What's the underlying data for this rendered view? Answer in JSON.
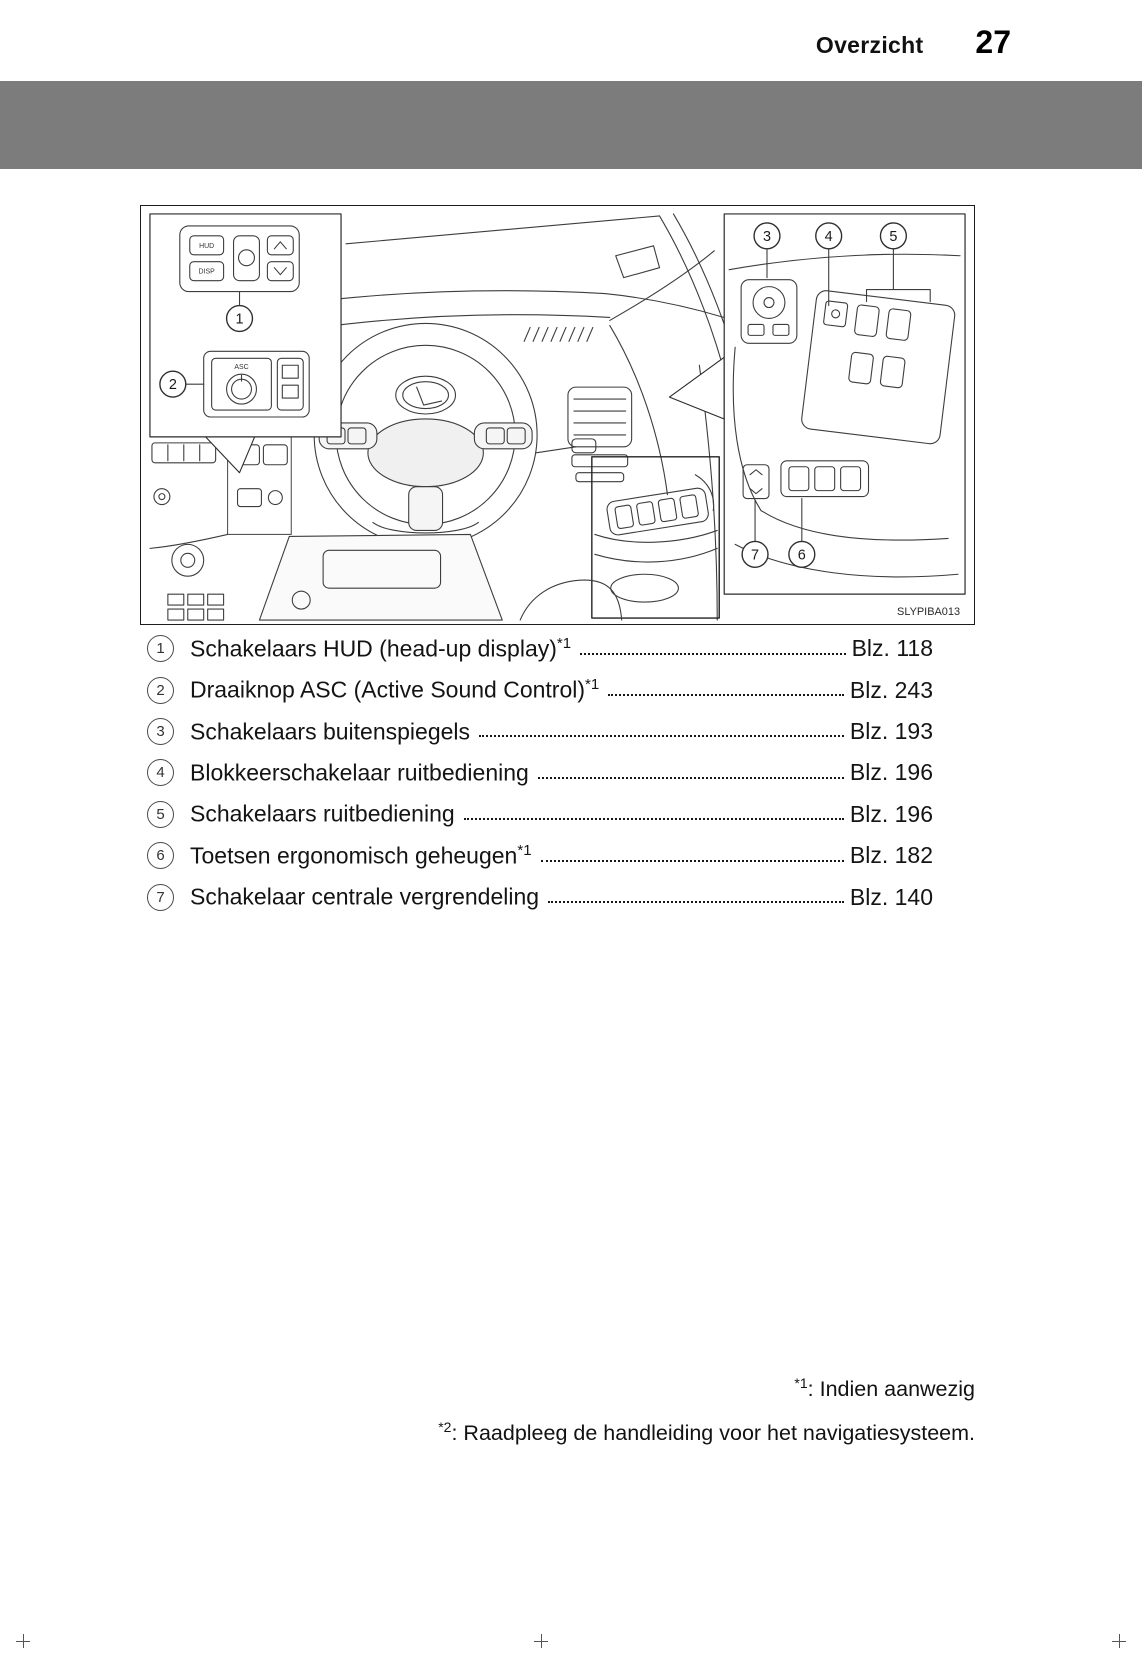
{
  "header": {
    "section_title": "Overzicht",
    "page_number": "27"
  },
  "figure": {
    "image_code": "SLYPIBA013",
    "callouts": [
      "1",
      "2",
      "3",
      "4",
      "5",
      "6",
      "7"
    ],
    "inset_labels": {
      "hud": "HUD",
      "disp": "DISP",
      "asc": "ASC"
    }
  },
  "legend": {
    "items": [
      {
        "num": "1",
        "label": "Schakelaars HUD (head-up display)",
        "sup": "*1",
        "page": "Blz. 118"
      },
      {
        "num": "2",
        "label": "Draaiknop ASC (Active Sound Control)",
        "sup": "*1",
        "page": "Blz. 243"
      },
      {
        "num": "3",
        "label": "Schakelaars buitenspiegels",
        "sup": "",
        "page": "Blz. 193"
      },
      {
        "num": "4",
        "label": "Blokkeerschakelaar ruitbediening",
        "sup": "",
        "page": "Blz. 196"
      },
      {
        "num": "5",
        "label": "Schakelaars ruitbediening",
        "sup": "",
        "page": "Blz. 196"
      },
      {
        "num": "6",
        "label": "Toetsen ergonomisch geheugen",
        "sup": "*1",
        "page": "Blz. 182"
      },
      {
        "num": "7",
        "label": "Schakelaar centrale vergrendeling",
        "sup": "",
        "page": "Blz. 140"
      }
    ]
  },
  "footnotes": [
    {
      "marker": "*1",
      "text": ": Indien aanwezig"
    },
    {
      "marker": "*2",
      "text": ": Raadpleeg de handleiding voor het navigatiesysteem."
    }
  ]
}
